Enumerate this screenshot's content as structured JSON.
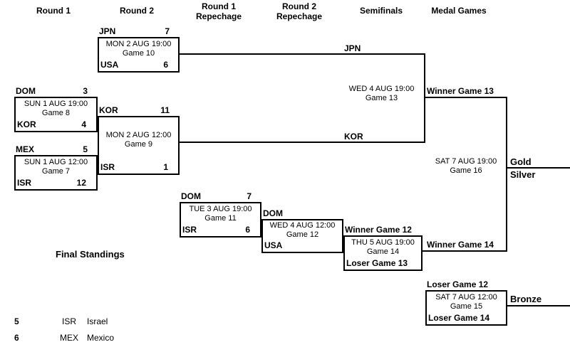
{
  "headers": {
    "round1": "Round 1",
    "round2": "Round 2",
    "round1_repechage": "Round 1\nRepechage",
    "round2_repechage": "Round 2\nRepechage",
    "semifinals": "Semifinals",
    "medal_games": "Medal Games"
  },
  "games": {
    "game7": {
      "schedule": "SUN 1 AUG 12:00",
      "label": "Game 7",
      "top": {
        "name": "MEX",
        "score": "5"
      },
      "bottom": {
        "name": "ISR",
        "score": "12"
      }
    },
    "game8": {
      "schedule": "SUN 1 AUG 19:00",
      "label": "Game 8",
      "top": {
        "name": "DOM",
        "score": "3"
      },
      "bottom": {
        "name": "KOR",
        "score": "4"
      }
    },
    "game9": {
      "schedule": "MON 2 AUG 12:00",
      "label": "Game 9",
      "top": {
        "name": "KOR",
        "score": "11"
      },
      "bottom": {
        "name": "ISR",
        "score": "1"
      }
    },
    "game10": {
      "schedule": "MON 2 AUG 19:00",
      "label": "Game 10",
      "top": {
        "name": "JPN",
        "score": "7"
      },
      "bottom": {
        "name": "USA",
        "score": "6"
      }
    },
    "game11": {
      "schedule": "TUE 3 AUG 19:00",
      "label": "Game 11",
      "top": {
        "name": "DOM",
        "score": "7"
      },
      "bottom": {
        "name": "ISR",
        "score": "6"
      }
    },
    "game12": {
      "schedule": "WED 4 AUG 12:00",
      "label": "Game 12",
      "top": {
        "name": "DOM",
        "score": ""
      },
      "bottom": {
        "name": "USA",
        "score": ""
      }
    },
    "game13": {
      "schedule": "WED 4 AUG 19:00",
      "label": "Game 13",
      "top": {
        "name": "JPN"
      },
      "bottom": {
        "name": "KOR"
      },
      "winner_label": "Winner Game 13"
    },
    "game14": {
      "schedule": "THU 5 AUG 19:00",
      "label": "Game 14",
      "top": {
        "name": "Winner Game 12",
        "score": ""
      },
      "bottom": {
        "name": "Loser Game 13",
        "score": ""
      },
      "winner_label": "Winner Game 14"
    },
    "game15": {
      "schedule": "SAT 7 AUG 12:00",
      "label": "Game 15",
      "top": {
        "name": "Loser Game 12",
        "score": ""
      },
      "bottom": {
        "name": "Loser Game 14",
        "score": ""
      }
    },
    "game16": {
      "schedule": "SAT 7 AUG 19:00",
      "label": "Game 16"
    }
  },
  "medals": {
    "gold": "Gold",
    "silver": "Silver",
    "bronze": "Bronze"
  },
  "standings": {
    "title": "Final Standings",
    "rows": [
      {
        "rank": "5",
        "code": "ISR",
        "country": "Israel"
      },
      {
        "rank": "6",
        "code": "MEX",
        "country": "Mexico"
      }
    ]
  }
}
